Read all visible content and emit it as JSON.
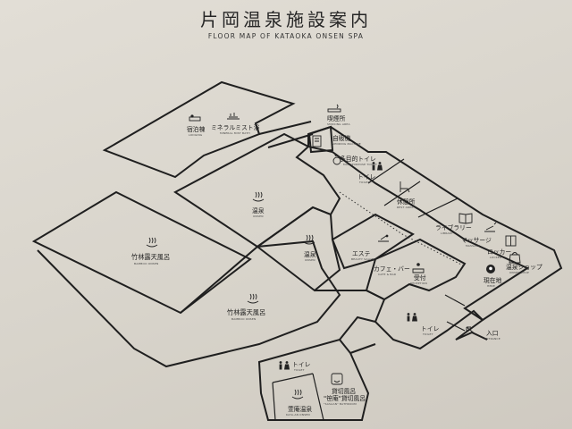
{
  "title": "片岡温泉施設案内",
  "subtitle": "FLOOR MAP OF KATAOKA ONSEN SPA",
  "rooms": {
    "lodging": {
      "ja": "宿泊棟",
      "en": "LODGING"
    },
    "mist": {
      "ja": "ミネラルミスト浴",
      "en": "MINERAL MIST BATH"
    },
    "smoking": {
      "ja": "喫煙所",
      "en": "SMOKING AREA"
    },
    "vending": {
      "ja": "自販機",
      "en": "VENDING MACHINE"
    },
    "multi_toilet": {
      "ja": "多目的トイレ",
      "en": "MULTIPURPOSE TOILET"
    },
    "toilet_1": {
      "ja": "トイレ",
      "en": "TOILET"
    },
    "rest": {
      "ja": "休憩所",
      "en": "REST AREA"
    },
    "onsen_1": {
      "ja": "温泉",
      "en": "ONSEN"
    },
    "bamboo_1": {
      "ja": "竹林露天風呂",
      "en": "BAMBOO ONSEN"
    },
    "onsen_2": {
      "ja": "温泉",
      "en": "ONSEN"
    },
    "esthe": {
      "ja": "エステ",
      "en": "BEAUTY SALON"
    },
    "library": {
      "ja": "ライブラリー",
      "en": "LIBRARY"
    },
    "massage": {
      "ja": "マッサージ",
      "en": "MASSAGE"
    },
    "locker": {
      "ja": "ロッカー",
      "en": "LOCKER"
    },
    "cafe": {
      "ja": "カフェ・バー",
      "en": "CAFE & BAR"
    },
    "reception": {
      "ja": "受付",
      "en": "RECEPTION"
    },
    "shop": {
      "ja": "温泉ショップ",
      "en": "ONSEN SHOP"
    },
    "here": {
      "ja": "現在地",
      "en": "HERE"
    },
    "bamboo_2": {
      "ja": "竹林露天風呂",
      "en": "BAMBOO ONSEN"
    },
    "toilet_2": {
      "ja": "トイレ",
      "en": "TOILET"
    },
    "entrance": {
      "ja": "入口",
      "en": "ENTRANCE"
    },
    "toilet_3": {
      "ja": "トイレ",
      "en": "TOILET"
    },
    "private": {
      "ja": "貸切風呂",
      "en": ""
    },
    "private_tag": {
      "ja": "\"笹庵\"貸切風呂",
      "en": "\"SASAAN\" BATHROOM"
    },
    "kaya": {
      "ja": "萱庵温泉",
      "en": "KAYA-AN ONSEN"
    }
  }
}
